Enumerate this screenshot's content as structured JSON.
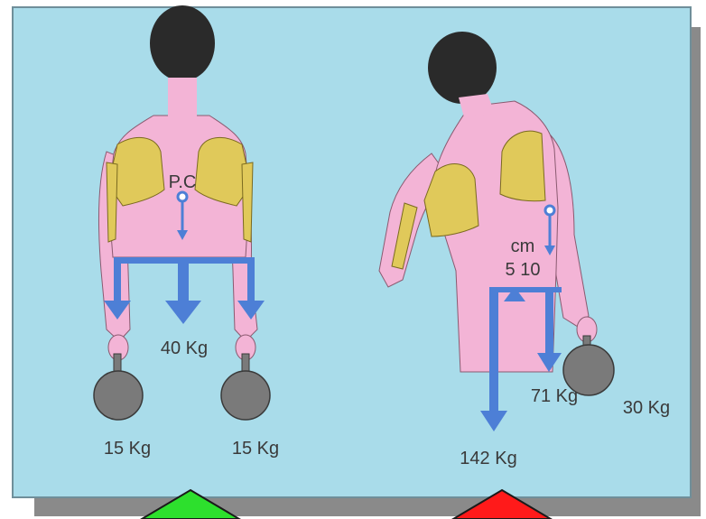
{
  "colors": {
    "panel_background": "#a9dcea",
    "panel_border": "#6f8f9a",
    "shadow": "#8a8a8a",
    "skin": "#f3b4d6",
    "skin_outline": "#8a5a70",
    "muscle": "#e0c95a",
    "muscle_outline": "#7a6a20",
    "head": "#2a2a2a",
    "force_arrow": "#4d7fd6",
    "weight": "#7a7a7a",
    "weight_outline": "#3a3a3a",
    "text": "#3a3a3a",
    "good_arrow": "#2de02d",
    "bad_arrow": "#ff1a1a"
  },
  "left_figure": {
    "center_label": "P.C",
    "body_load": "40 Kg",
    "left_hand_weight": "15 Kg",
    "right_hand_weight": "15 Kg",
    "indicator": "green-arrow-icon"
  },
  "right_figure": {
    "unit_label": "cm",
    "lever_label": "5 10",
    "spine_load": "142 Kg",
    "body_load": "71 Kg",
    "hand_weight": "30 Kg",
    "indicator": "red-arrow-icon"
  }
}
